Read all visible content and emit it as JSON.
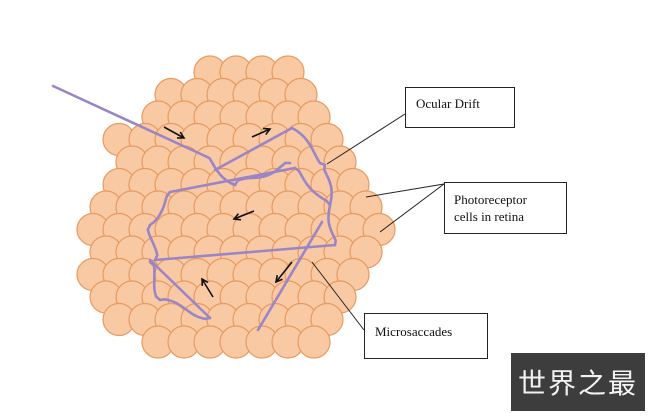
{
  "labels": {
    "ocular_drift": "Ocular Drift",
    "photoreceptor_line1": "Photoreceptor",
    "photoreceptor_line2": "cells in retina",
    "microsaccades": "Microsaccades"
  },
  "watermark": "世界之最",
  "colors": {
    "cell_fill": "#f9c9a4",
    "cell_stroke": "#e89a5e",
    "path": "#9a86c6",
    "arrow": "#111111",
    "leader": "#222222"
  }
}
